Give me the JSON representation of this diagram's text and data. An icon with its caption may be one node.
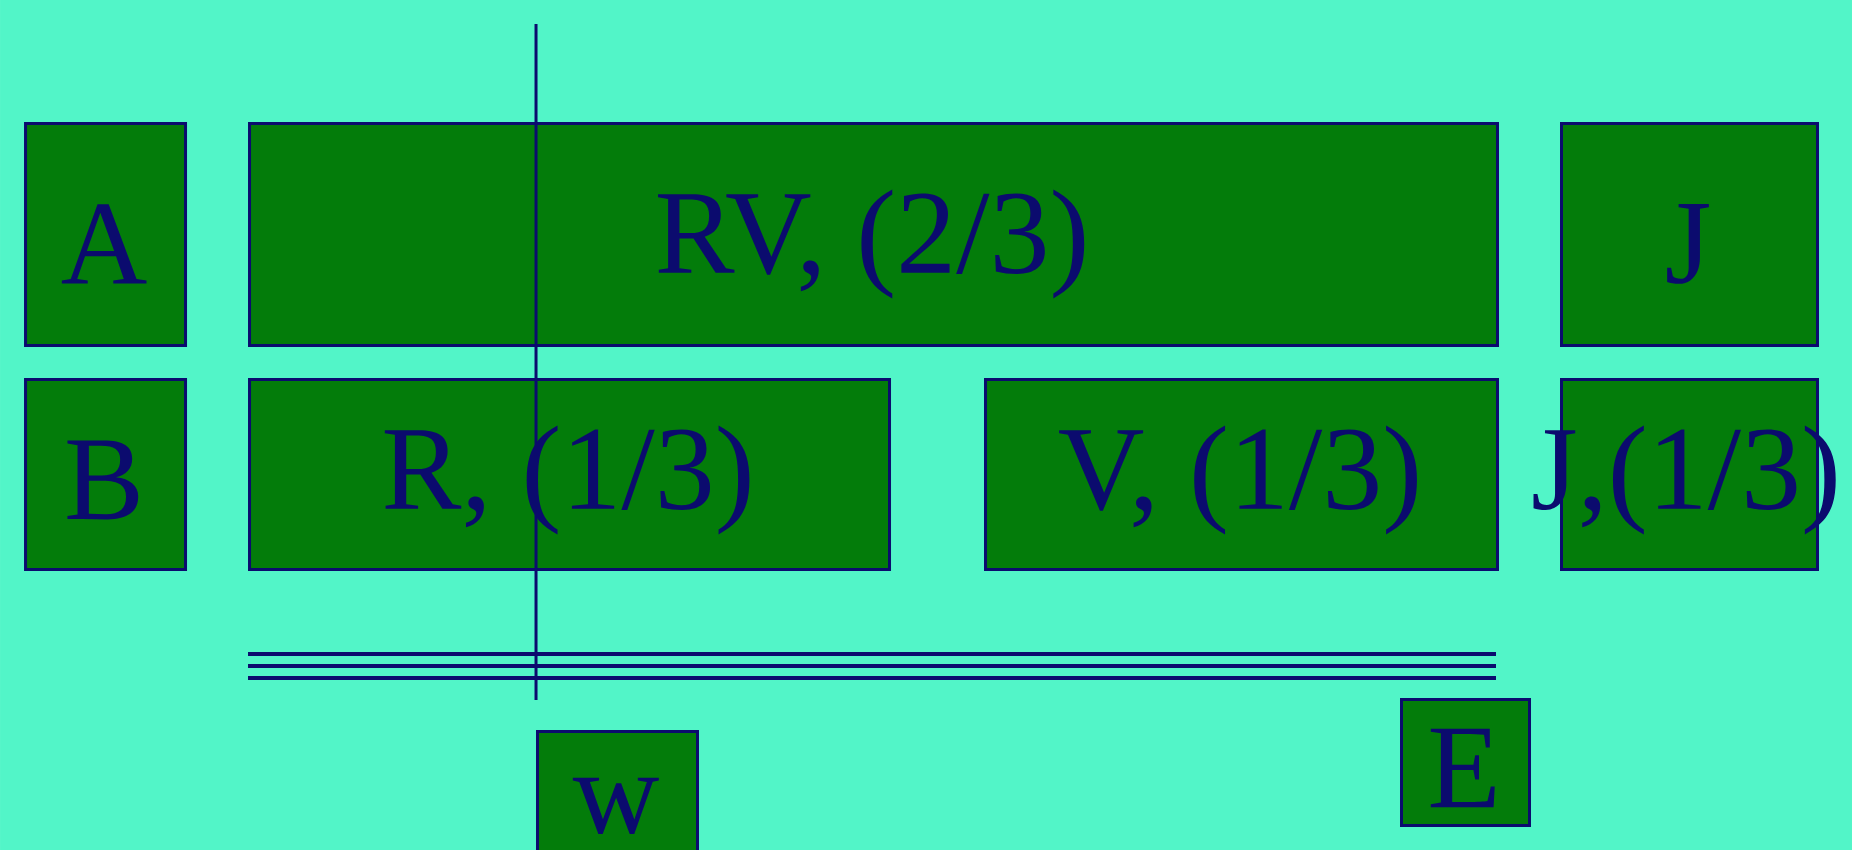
{
  "diagram": {
    "nodes": [
      {
        "text": [
          "A"
        ]
      },
      {
        "text": [
          "RV, (2/3)"
        ]
      },
      {
        "text": [
          "J"
        ]
      },
      {
        "text": [
          "B"
        ]
      },
      {
        "text": [
          "R, (1/3)"
        ]
      },
      {
        "text": [
          "V, (1/3)"
        ]
      },
      {
        "text": [
          "J,(1/3)"
        ]
      },
      {
        "text": [
          "w"
        ]
      },
      {
        "text": [
          "E"
        ]
      }
    ]
  }
}
